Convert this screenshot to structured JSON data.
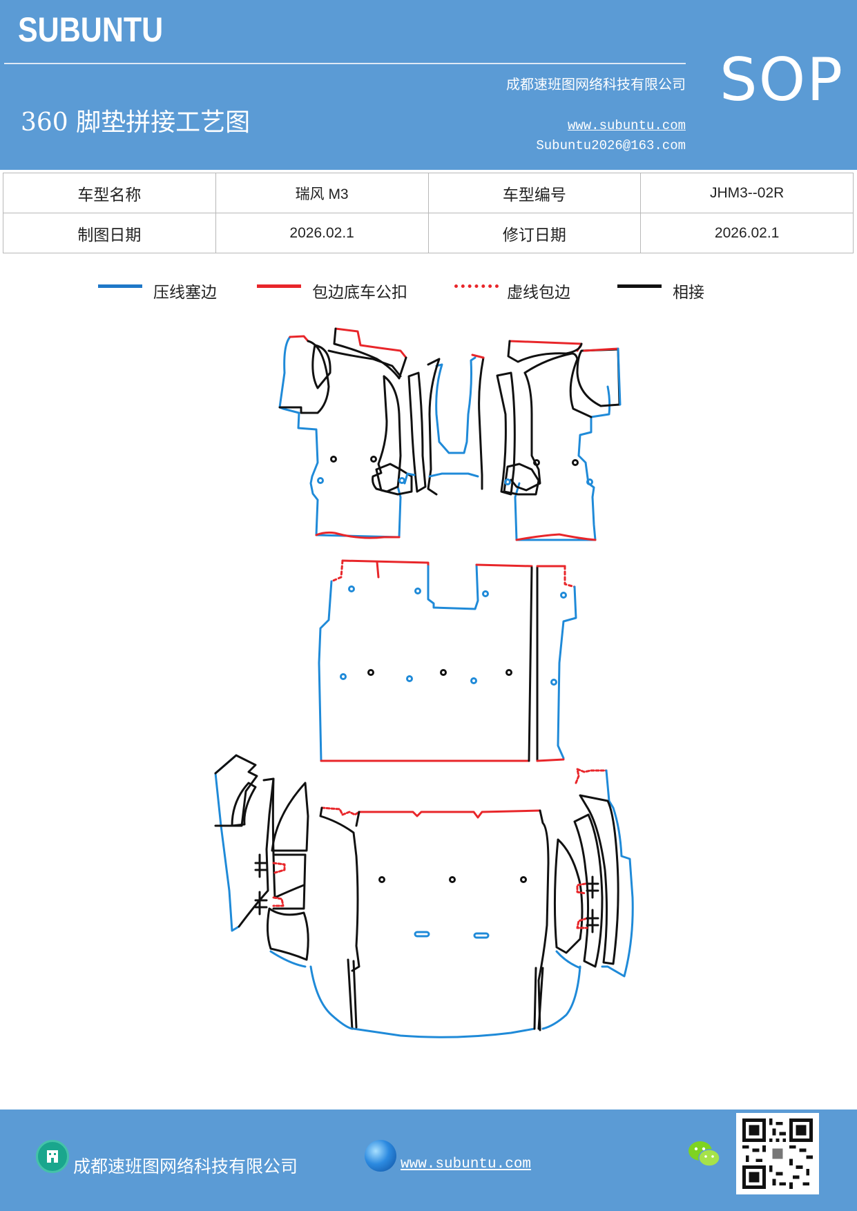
{
  "header": {
    "brand": "SUBUNTU",
    "badge": "SOP",
    "title": "360 脚垫拼接工艺图",
    "company": "成都速班图网络科技有限公司",
    "website": "www.subuntu.com",
    "email": "Subuntu2026@163.com"
  },
  "info_table": {
    "model_name_label": "车型名称",
    "model_name_value": "瑞风 M3",
    "model_code_label": "车型编号",
    "model_code_value": "JHM3--02R",
    "draw_date_label": "制图日期",
    "draw_date_value": "2026.02.1",
    "revise_date_label": "修订日期",
    "revise_date_value": "2026.02.1"
  },
  "legend": [
    {
      "label": "压线塞边",
      "color": "#1f78c8",
      "style": "solid"
    },
    {
      "label": "包边底车公扣",
      "color": "#e8262a",
      "style": "solid"
    },
    {
      "label": "虚线包边",
      "color": "#e8262a",
      "style": "dotted"
    },
    {
      "label": "相接",
      "color": "#111111",
      "style": "solid"
    }
  ],
  "colors": {
    "header_bg": "#5b9bd5",
    "blue_edge": "#1f8ad8",
    "red_edge": "#e8262a",
    "black_edge": "#111111"
  },
  "footer": {
    "company": "成都速班图网络科技有限公司",
    "website": "www.subuntu.com",
    "icons": [
      "building-icon",
      "globe-icon",
      "wechat-icon",
      "qr-code"
    ]
  }
}
